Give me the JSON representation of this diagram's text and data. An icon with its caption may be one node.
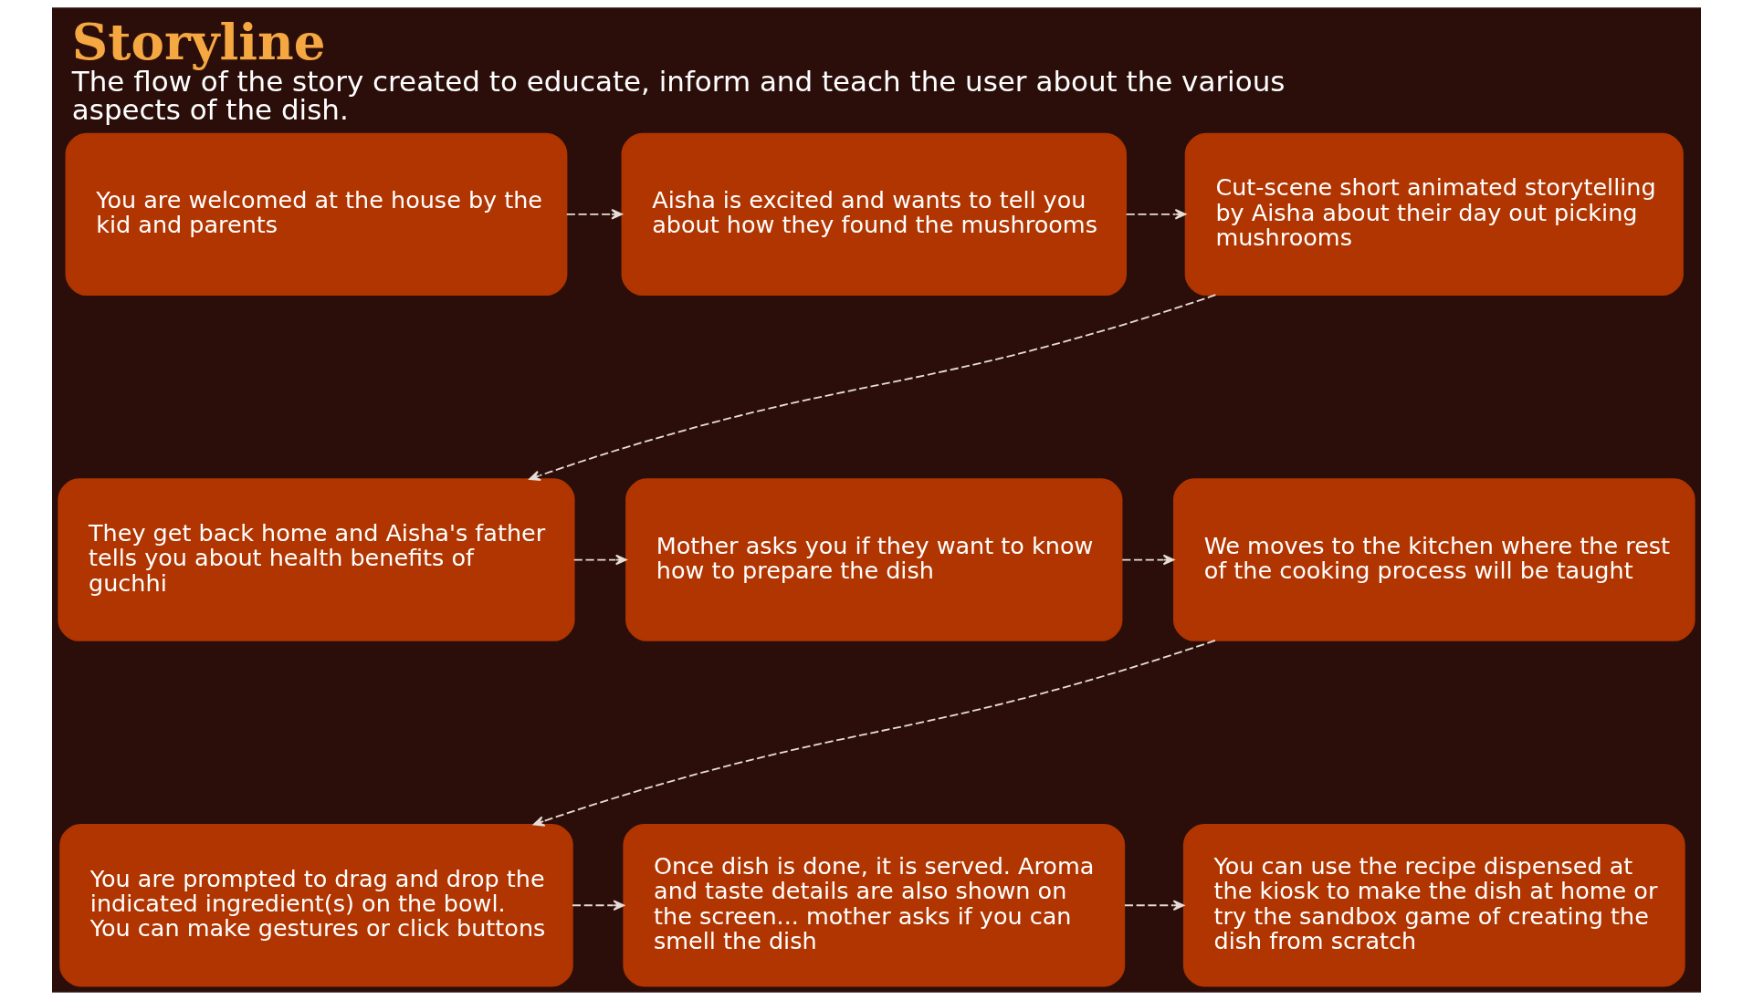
{
  "diagram": {
    "title": "Storyline",
    "caption": "The flow of the story created to educate, inform and teach the user about the various aspects of the dish.",
    "nodes": [
      {
        "text": [
          "You are welcomed at the house by the kid and parents"
        ]
      },
      {
        "text": [
          "Aisha is excited and wants to tell you about how they found the mushrooms"
        ]
      },
      {
        "text": [
          "Cut-scene short animated storytelling by Aisha about their day out picking mushrooms"
        ]
      },
      {
        "text": [
          "They get back home and Aisha's father tells you about health benefits of guchhi"
        ]
      },
      {
        "text": [
          "Mother asks you if they want to know how to prepare the dish"
        ]
      },
      {
        "text": [
          "We moves to the kitchen where the rest of the cooking process will be taught"
        ]
      },
      {
        "text": [
          "You are prompted to drag and drop the indicated ingredient(s) on the bowl. You can make gestures or click buttons"
        ]
      },
      {
        "text": [
          "Once dish is done, it is served. Aroma and taste details are also shown on the screen... mother asks if you can smell the dish"
        ]
      },
      {
        "text": [
          "You can use the recipe dispensed at the kiosk to make the dish at home or try the sandbox game of creating the dish from scratch"
        ]
      }
    ],
    "edges": [
      {
        "from": 0,
        "to": 1,
        "arrow": "to",
        "style": "dashed"
      },
      {
        "from": 1,
        "to": 2,
        "arrow": "to",
        "style": "dashed"
      },
      {
        "from": 2,
        "to": 3,
        "arrow": "to",
        "style": "dashed"
      },
      {
        "from": 3,
        "to": 4,
        "arrow": "to",
        "style": "dashed"
      },
      {
        "from": 4,
        "to": 5,
        "arrow": "to",
        "style": "dashed"
      },
      {
        "from": 5,
        "to": 6,
        "arrow": "to",
        "style": "dashed"
      },
      {
        "from": 6,
        "to": 7,
        "arrow": "to",
        "style": "dashed"
      },
      {
        "from": 7,
        "to": 8,
        "arrow": "to",
        "style": "dashed"
      }
    ]
  }
}
